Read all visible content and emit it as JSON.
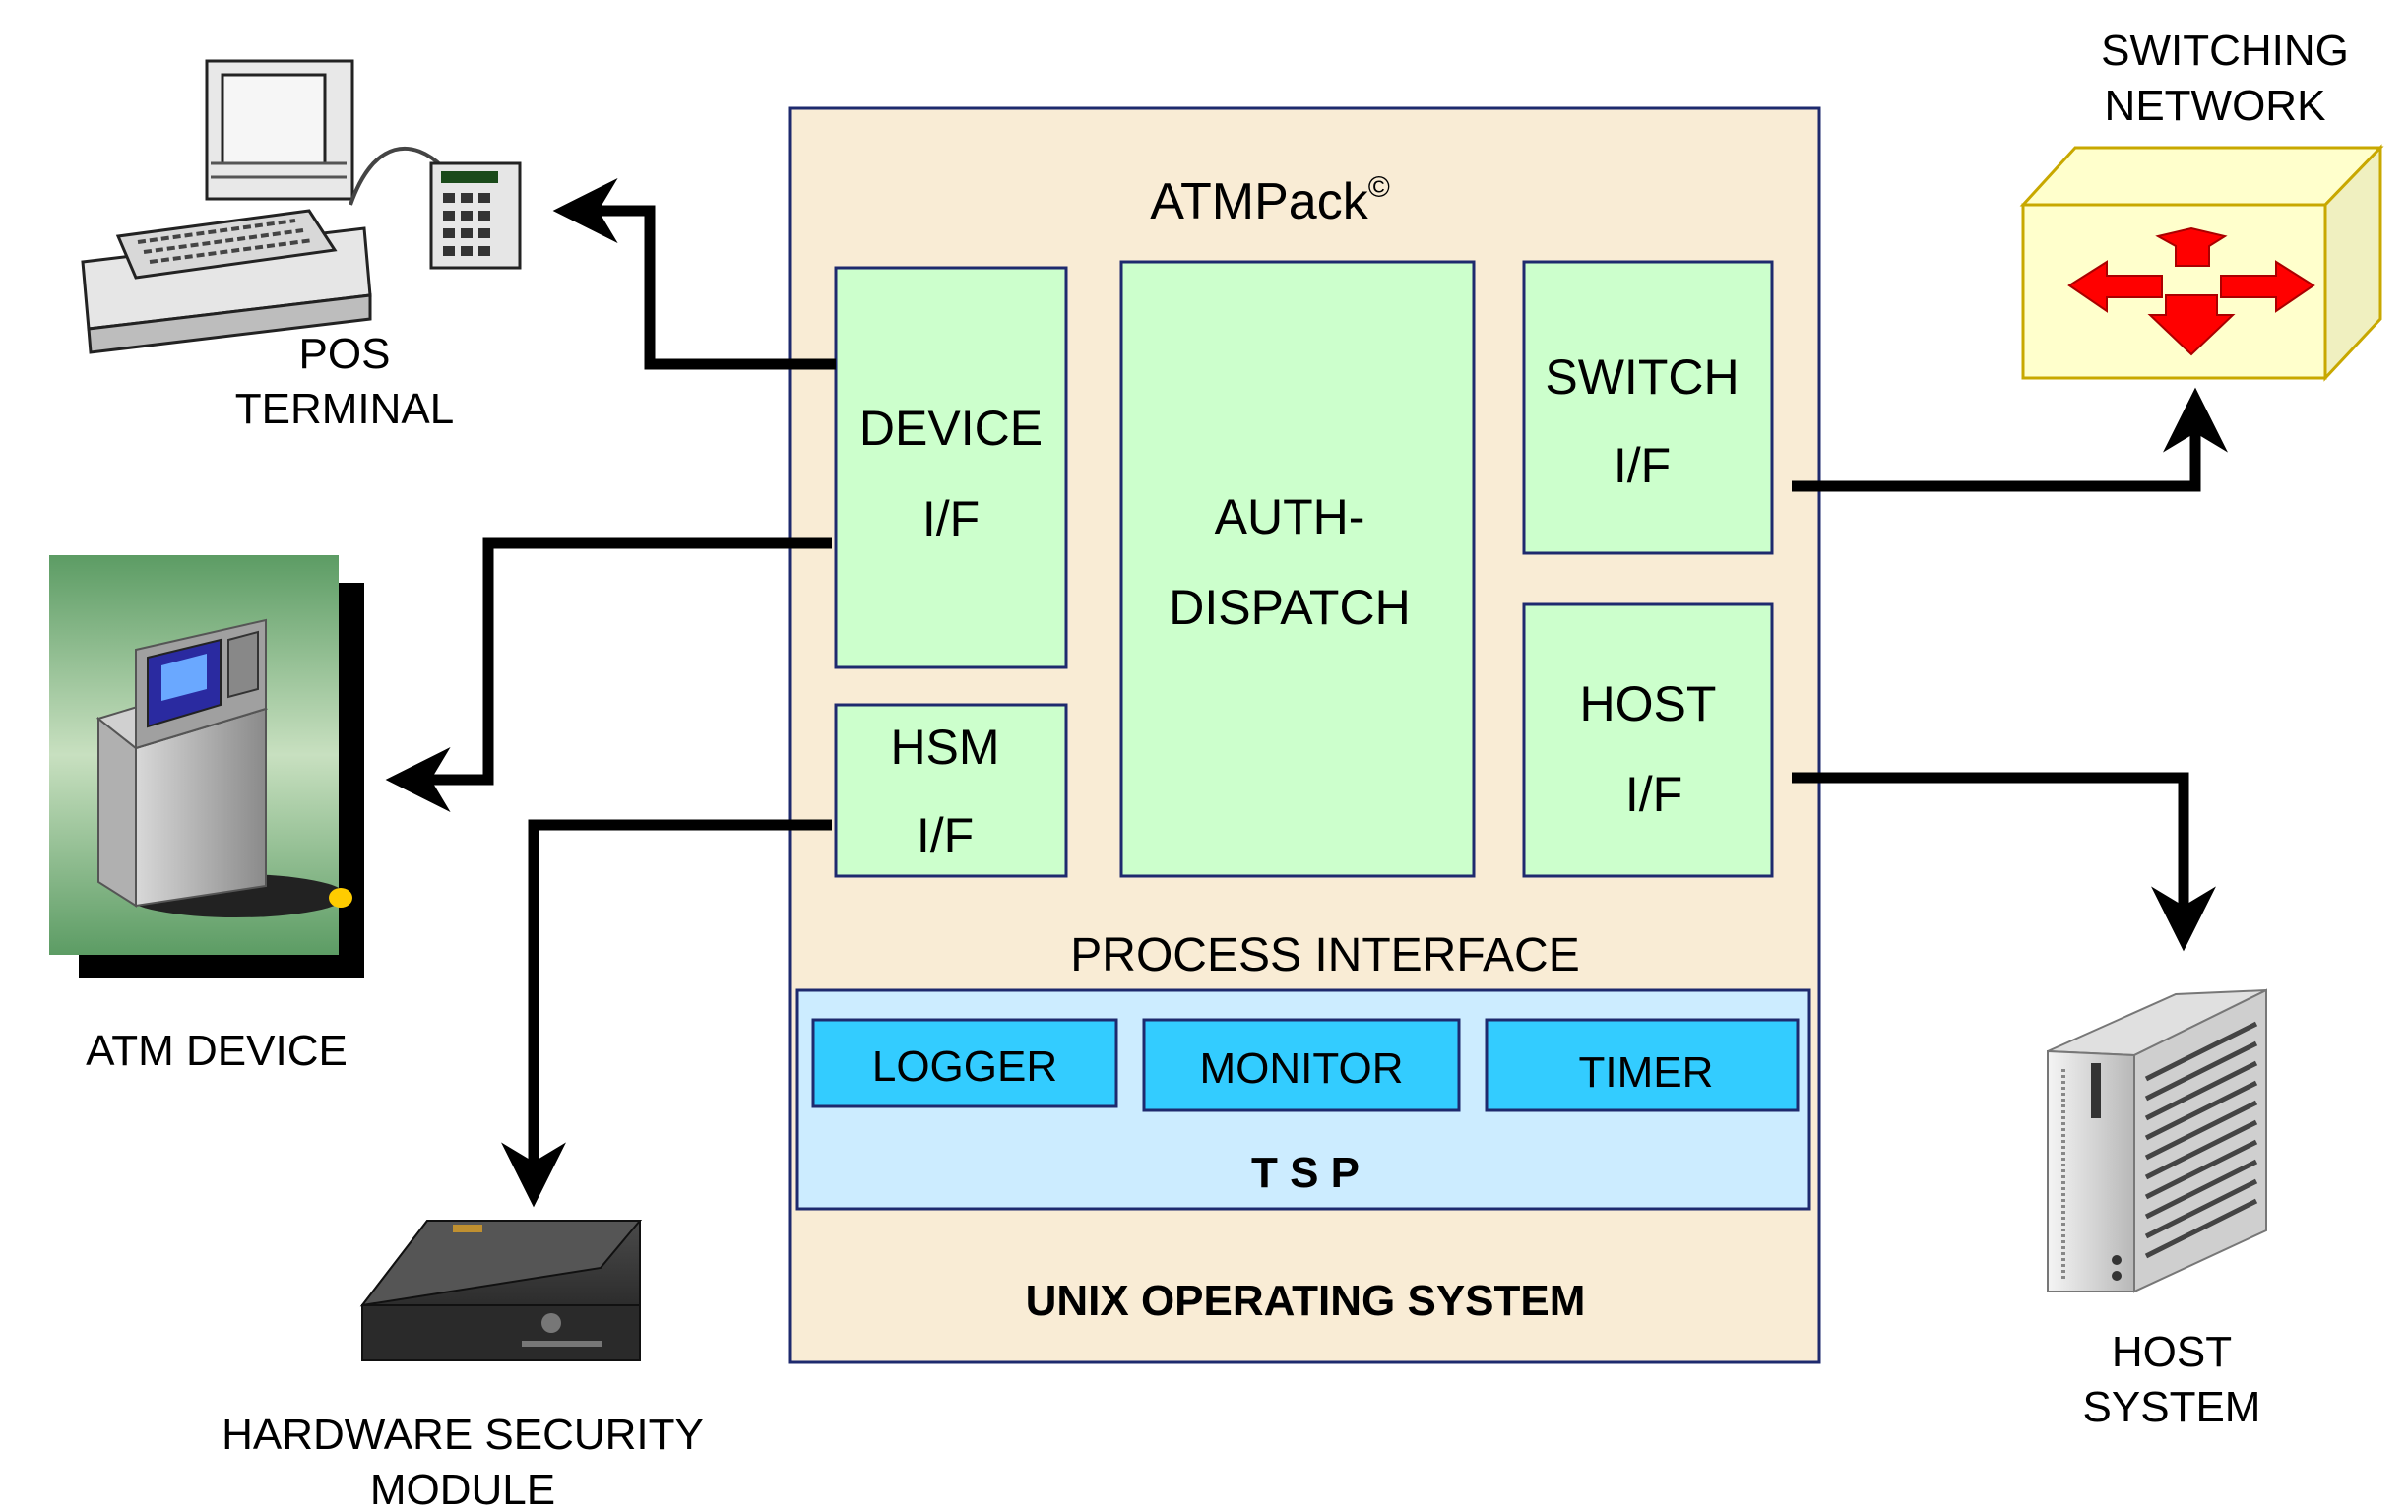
{
  "atmpack": {
    "title": "ATMPack",
    "title_mark": "©",
    "modules": {
      "device_if": [
        "DEVICE",
        "I/F"
      ],
      "auth_dispatch": [
        "AUTH-",
        "DISPATCH"
      ],
      "switch_if": [
        "SWITCH",
        "I/F"
      ],
      "hsm_if": [
        "HSM",
        "I/F"
      ],
      "host_if": [
        "HOST",
        "I/F"
      ]
    },
    "process_interface": "PROCESS INTERFACE",
    "tsp": {
      "logger": "LOGGER",
      "monitor": "MONITOR",
      "timer": "TIMER",
      "label": "T S P"
    },
    "os": "UNIX  OPERATING SYSTEM"
  },
  "external": {
    "pos": [
      "POS",
      "TERMINAL"
    ],
    "atm": "ATM DEVICE",
    "hsm": [
      "HARDWARE SECURITY",
      "MODULE"
    ],
    "switching": [
      "SWITCHING",
      "NETWORK"
    ],
    "host": [
      "HOST",
      "SYSTEM"
    ]
  },
  "colors": {
    "module_fill": "#ccffcc",
    "package_fill": "#f9ecd5",
    "tsp_fill": "#ccecff",
    "tsp_item_fill": "#33ccff",
    "switch_cube": "#ffffcc",
    "switch_arrows": "#ff0000"
  }
}
